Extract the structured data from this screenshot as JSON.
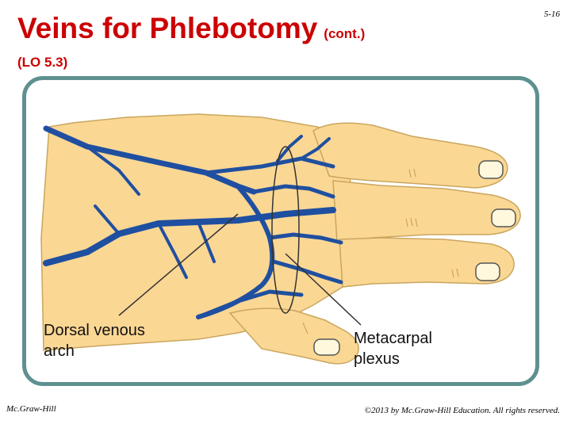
{
  "slide": {
    "title": "Veins for Phlebotomy",
    "title_suffix": "(cont.)",
    "slide_number": "5-16",
    "objective": "(LO 5.3)"
  },
  "figure": {
    "labels": {
      "dorsal": "Dorsal venous arch",
      "metacarpal": "Metacarpal plexus"
    },
    "colors": {
      "skin": "#fbd794",
      "skin_outline": "#c9a65e",
      "vein": "#1f4fa0",
      "nail": "#fff8dc",
      "frame": "#5f9090",
      "title": "#cc0000"
    }
  },
  "footer": {
    "publisher": "Mc.Graw-Hill",
    "copyright": "©2013 by Mc.Graw-Hill Education. All rights reserved."
  }
}
